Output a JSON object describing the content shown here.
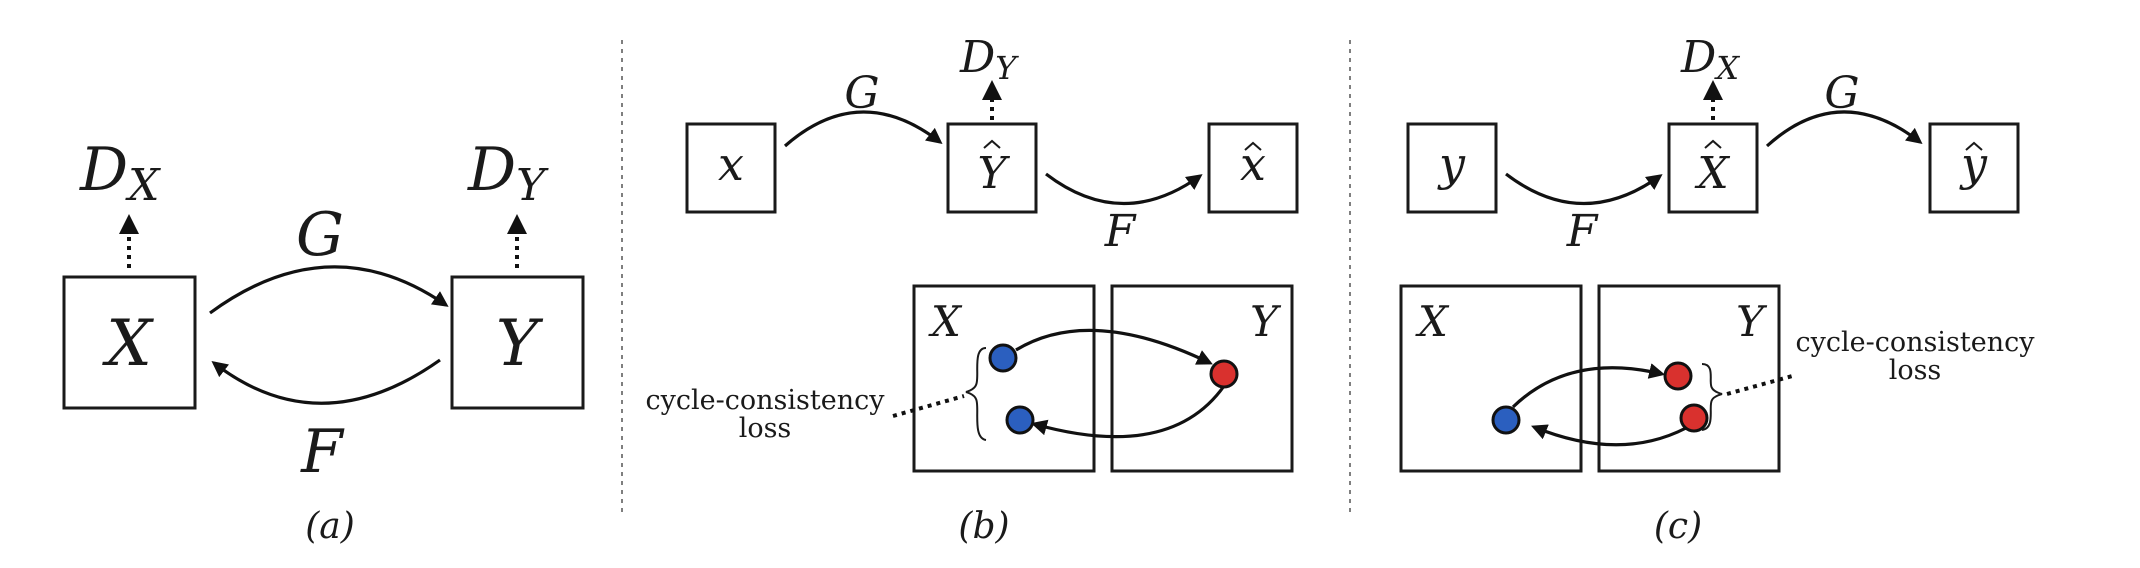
{
  "panel_a": {
    "caption": "(a)",
    "box_x": "X",
    "box_y": "Y",
    "disc_x": {
      "main": "D",
      "sub": "X"
    },
    "disc_y": {
      "main": "D",
      "sub": "Y"
    },
    "gen_g": "G",
    "gen_f": "F"
  },
  "panel_b": {
    "caption": "(b)",
    "box_input": "x",
    "box_mid": "Y",
    "box_out": "x",
    "disc": {
      "main": "D",
      "sub": "Y"
    },
    "gen_g": "G",
    "gen_f": "F",
    "domain_x": "X",
    "domain_y": "Y",
    "loss_line1": "cycle-consistency",
    "loss_line2": "loss"
  },
  "panel_c": {
    "caption": "(c)",
    "box_input": "y",
    "box_mid": "X",
    "box_out": "y",
    "disc": {
      "main": "D",
      "sub": "X"
    },
    "gen_f": "F",
    "gen_g": "G",
    "domain_x": "X",
    "domain_y": "Y",
    "loss_line1": "cycle-consistency",
    "loss_line2": "loss"
  },
  "colors": {
    "domain_x_point": "#2b5fbf",
    "domain_y_point": "#d9312e"
  },
  "icons": [
    "arrow",
    "dotted-arrow",
    "curly-brace",
    "point"
  ]
}
